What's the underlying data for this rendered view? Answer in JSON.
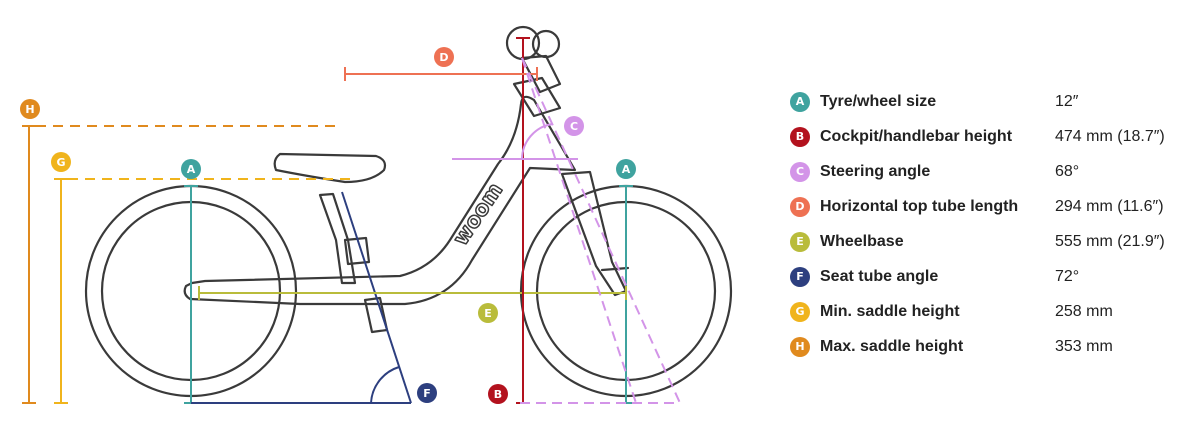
{
  "colors": {
    "A": "#3fa39f",
    "B": "#b3121e",
    "C": "#d394e8",
    "D": "#ee7153",
    "E": "#b9bc3b",
    "F": "#2d3f7f",
    "G": "#f0b41c",
    "H": "#e08a1e",
    "outline": "#3a3a3a"
  },
  "bike": {
    "logo_text": "woom"
  },
  "legend": [
    {
      "key": "A",
      "name": "Tyre/wheel size",
      "value": "12″"
    },
    {
      "key": "B",
      "name": "Cockpit/handlebar height",
      "value": "474 mm (18.7″)"
    },
    {
      "key": "C",
      "name": "Steering angle",
      "value": "68°"
    },
    {
      "key": "D",
      "name": "Horizontal top tube length",
      "value": "294 mm (11.6″)"
    },
    {
      "key": "E",
      "name": "Wheelbase",
      "value": "555 mm (21.9″)"
    },
    {
      "key": "F",
      "name": "Seat tube angle",
      "value": "72°"
    },
    {
      "key": "G",
      "name": "Min. saddle height",
      "value": "258 mm"
    },
    {
      "key": "H",
      "name": "Max. saddle height",
      "value": "353 mm"
    }
  ]
}
